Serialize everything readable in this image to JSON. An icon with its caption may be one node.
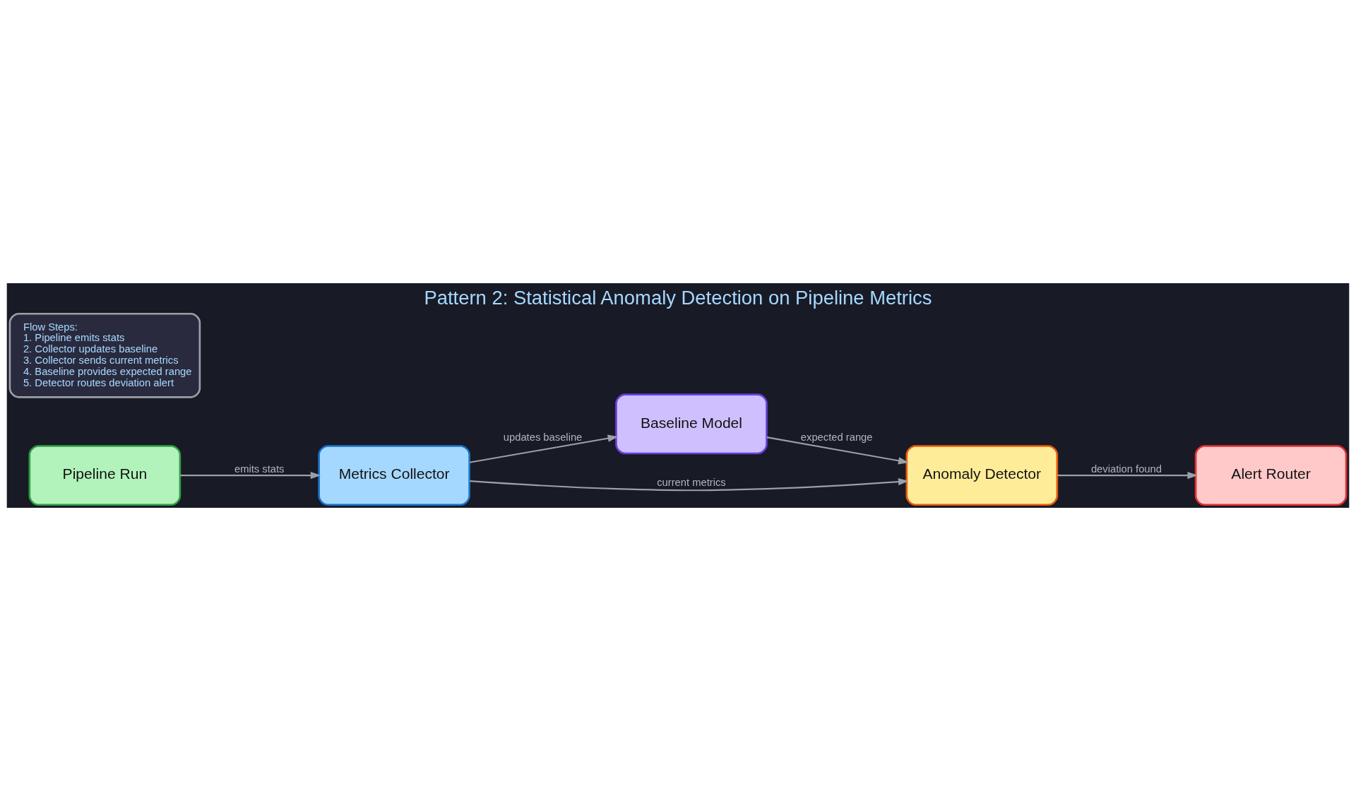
{
  "diagram": {
    "title": "Pattern 2: Statistical Anomaly Detection on Pipeline Metrics",
    "nodes": [
      {
        "text": [
          "Pipeline Run"
        ]
      },
      {
        "text": [
          "Metrics Collector"
        ]
      },
      {
        "text": [
          "Baseline Model"
        ]
      },
      {
        "text": [
          "Anomaly Detector"
        ]
      },
      {
        "text": [
          "Alert Router"
        ]
      },
      {
        "text": [
          "Flow Steps:",
          "1. Pipeline emits stats",
          "2. Collector updates baseline",
          "3. Collector sends current metrics",
          "4. Baseline provides expected range",
          "5. Detector routes deviation alert"
        ]
      }
    ],
    "edges": [
      {
        "from": 0,
        "to": 1,
        "arrow": "to",
        "label": "emits stats"
      },
      {
        "from": 1,
        "to": 2,
        "arrow": "to",
        "label": "updates baseline"
      },
      {
        "from": 1,
        "to": 3,
        "arrow": "to",
        "label": "current metrics"
      },
      {
        "from": 2,
        "to": 3,
        "arrow": "to",
        "label": "expected range"
      },
      {
        "from": 3,
        "to": 4,
        "arrow": "to",
        "label": "deviation found"
      }
    ]
  }
}
